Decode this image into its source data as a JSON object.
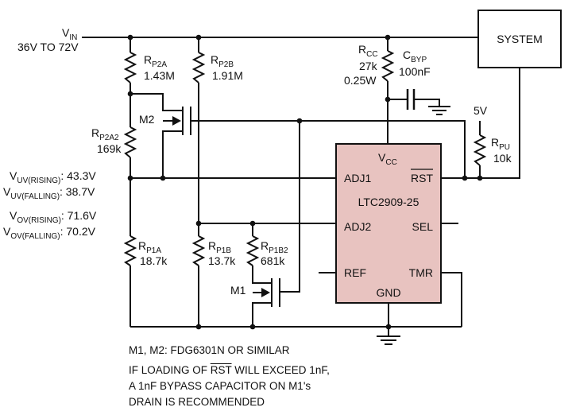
{
  "vin": {
    "name": "V",
    "sub": "IN",
    "range": "36V TO 72V"
  },
  "system": {
    "label": "SYSTEM"
  },
  "supply_5v": "5V",
  "resistors": {
    "rp2a": {
      "name": "R",
      "sub": "P2A",
      "value": "1.43M"
    },
    "rp2b": {
      "name": "R",
      "sub": "P2B",
      "value": "1.91M"
    },
    "rp2a2": {
      "name": "R",
      "sub": "P2A2",
      "value": "169k"
    },
    "rp1a": {
      "name": "R",
      "sub": "P1A",
      "value": "18.7k"
    },
    "rp1b": {
      "name": "R",
      "sub": "P1B",
      "value": "13.7k"
    },
    "rp1b2": {
      "name": "R",
      "sub": "P1B2",
      "value": "681k"
    },
    "rcc": {
      "name": "R",
      "sub": "CC",
      "value": "27k",
      "power": "0.25W"
    },
    "rpu": {
      "name": "R",
      "sub": "PU",
      "value": "10k"
    }
  },
  "capacitor": {
    "name": "C",
    "sub": "BYP",
    "value": "100nF"
  },
  "transistors": {
    "m1": "M1",
    "m2": "M2"
  },
  "thresholds": {
    "uv_rising": {
      "name": "V",
      "sub": "UV(RISING)",
      "value": ": 43.3V"
    },
    "uv_falling": {
      "name": "V",
      "sub": "UV(FALLING)",
      "value": ": 38.7V"
    },
    "ov_rising": {
      "name": "V",
      "sub": "OV(RISING)",
      "value": ": 71.6V"
    },
    "ov_falling": {
      "name": "V",
      "sub": "OV(FALLING)",
      "value": ": 70.2V"
    }
  },
  "ic": {
    "name": "LTC2909-25",
    "pins": {
      "vcc": {
        "name": "V",
        "sub": "CC"
      },
      "adj1": "ADJ1",
      "rst": "RST",
      "adj2": "ADJ2",
      "sel": "SEL",
      "ref": "REF",
      "tmr": "TMR",
      "gnd": "GND"
    },
    "fill": "#e8c3c0",
    "stroke": "#111111"
  },
  "notes": {
    "line1": "M1, M2: FDG6301N OR SIMILAR",
    "line2_pre": "IF LOADING OF ",
    "line2_rst": "RST",
    "line2_post": " WILL EXCEED 1nF,",
    "line3": "A 1nF BYPASS CAPACITOR ON M1's",
    "line4": "DRAIN IS RECOMMENDED"
  }
}
